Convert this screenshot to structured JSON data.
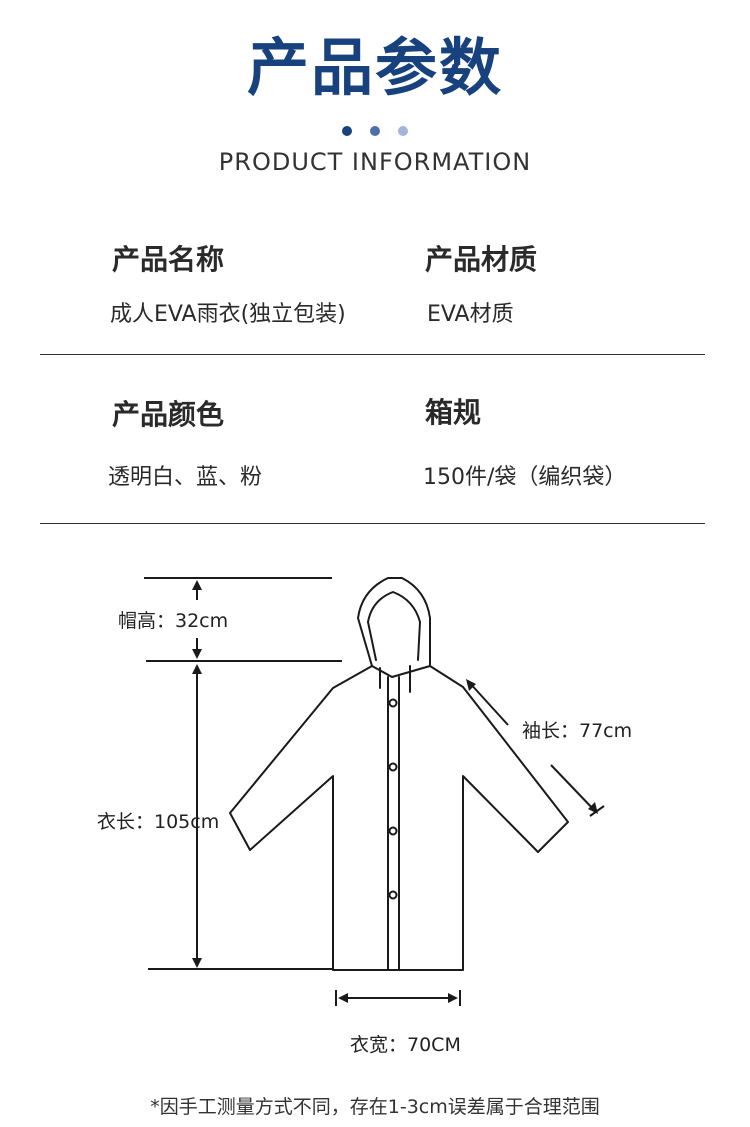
{
  "header": {
    "title": "产品参数",
    "subtitle": "PRODUCT  INFORMATION",
    "dot_colors": [
      "#17427d",
      "#4d6fa8",
      "#a2b5d6"
    ]
  },
  "specs": [
    {
      "label": "产品名称",
      "value": "成人EVA雨衣(独立包装)"
    },
    {
      "label": "产品材质",
      "value": "EVA材质"
    },
    {
      "label": "产品颜色",
      "value": "透明白、蓝、粉"
    },
    {
      "label": "箱规",
      "value": "150件/袋（编织袋）"
    }
  ],
  "diagram": {
    "hood_height": "帽高：32cm",
    "length": "衣长：105cm",
    "sleeve": "袖长：77cm",
    "width": "衣宽：70CM"
  },
  "footnote": "*因手工测量方式不同，存在1-3cm误差属于合理范围"
}
